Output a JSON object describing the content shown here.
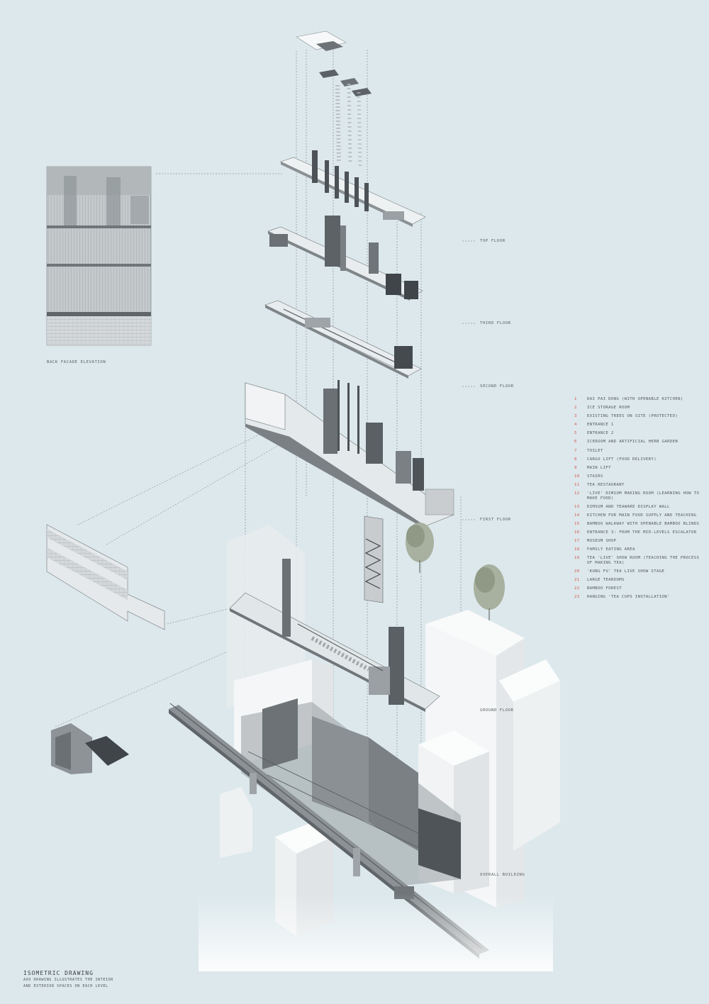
{
  "labels": {
    "top_floor": "Top floor",
    "third_floor": "Third floor",
    "second_floor": "Second floor",
    "first_floor": "First floor",
    "ground_floor": "Ground floor",
    "overall_building": "Overall building",
    "back_facade": "Back facade elevation"
  },
  "legend": [
    {
      "num": "1",
      "text": "Dai pai dong (with openable kitchen)"
    },
    {
      "num": "2",
      "text": "Ice storage room"
    },
    {
      "num": "3",
      "text": "Existing trees on site (protected)"
    },
    {
      "num": "4",
      "text": "Entrance 1"
    },
    {
      "num": "5",
      "text": "Entrance 2"
    },
    {
      "num": "6",
      "text": "Iceroom and artificial herb garden"
    },
    {
      "num": "7",
      "text": "Toilet"
    },
    {
      "num": "8",
      "text": "Cargo lift (food delivery)"
    },
    {
      "num": "9",
      "text": "Main lift"
    },
    {
      "num": "10",
      "text": "stairs"
    },
    {
      "num": "11",
      "text": "Tea restaurant"
    },
    {
      "num": "12",
      "text": "'Live' dimsum making room (learning how to make food)"
    },
    {
      "num": "13",
      "text": "Dimsum and teaware display wall"
    },
    {
      "num": "14",
      "text": "Kitchen for main food supply and teaching"
    },
    {
      "num": "15",
      "text": "Bamboo walkway with openable bamboo blinds"
    },
    {
      "num": "16",
      "text": "Entrance 3: from the mid-levels escalator"
    },
    {
      "num": "17",
      "text": "Museum shop"
    },
    {
      "num": "18",
      "text": "Family eating area"
    },
    {
      "num": "19",
      "text": "Tea 'live' show room (teaching the process of making tea)"
    },
    {
      "num": "20",
      "text": "'Kung fu' tea live show stage"
    },
    {
      "num": "21",
      "text": "Large tearooms"
    },
    {
      "num": "22",
      "text": "Bamboo forest"
    },
    {
      "num": "23",
      "text": "Hanging 'tea cups installation'"
    }
  ],
  "title": {
    "main": "Isometric drawing",
    "sub1": "AXO drawing illustrates the inteior",
    "sub2": "and exterior spaces on each level"
  },
  "colors": {
    "background": "#dce8ec",
    "accent_red": "#d9534f",
    "massing": "#f4f6f7"
  }
}
